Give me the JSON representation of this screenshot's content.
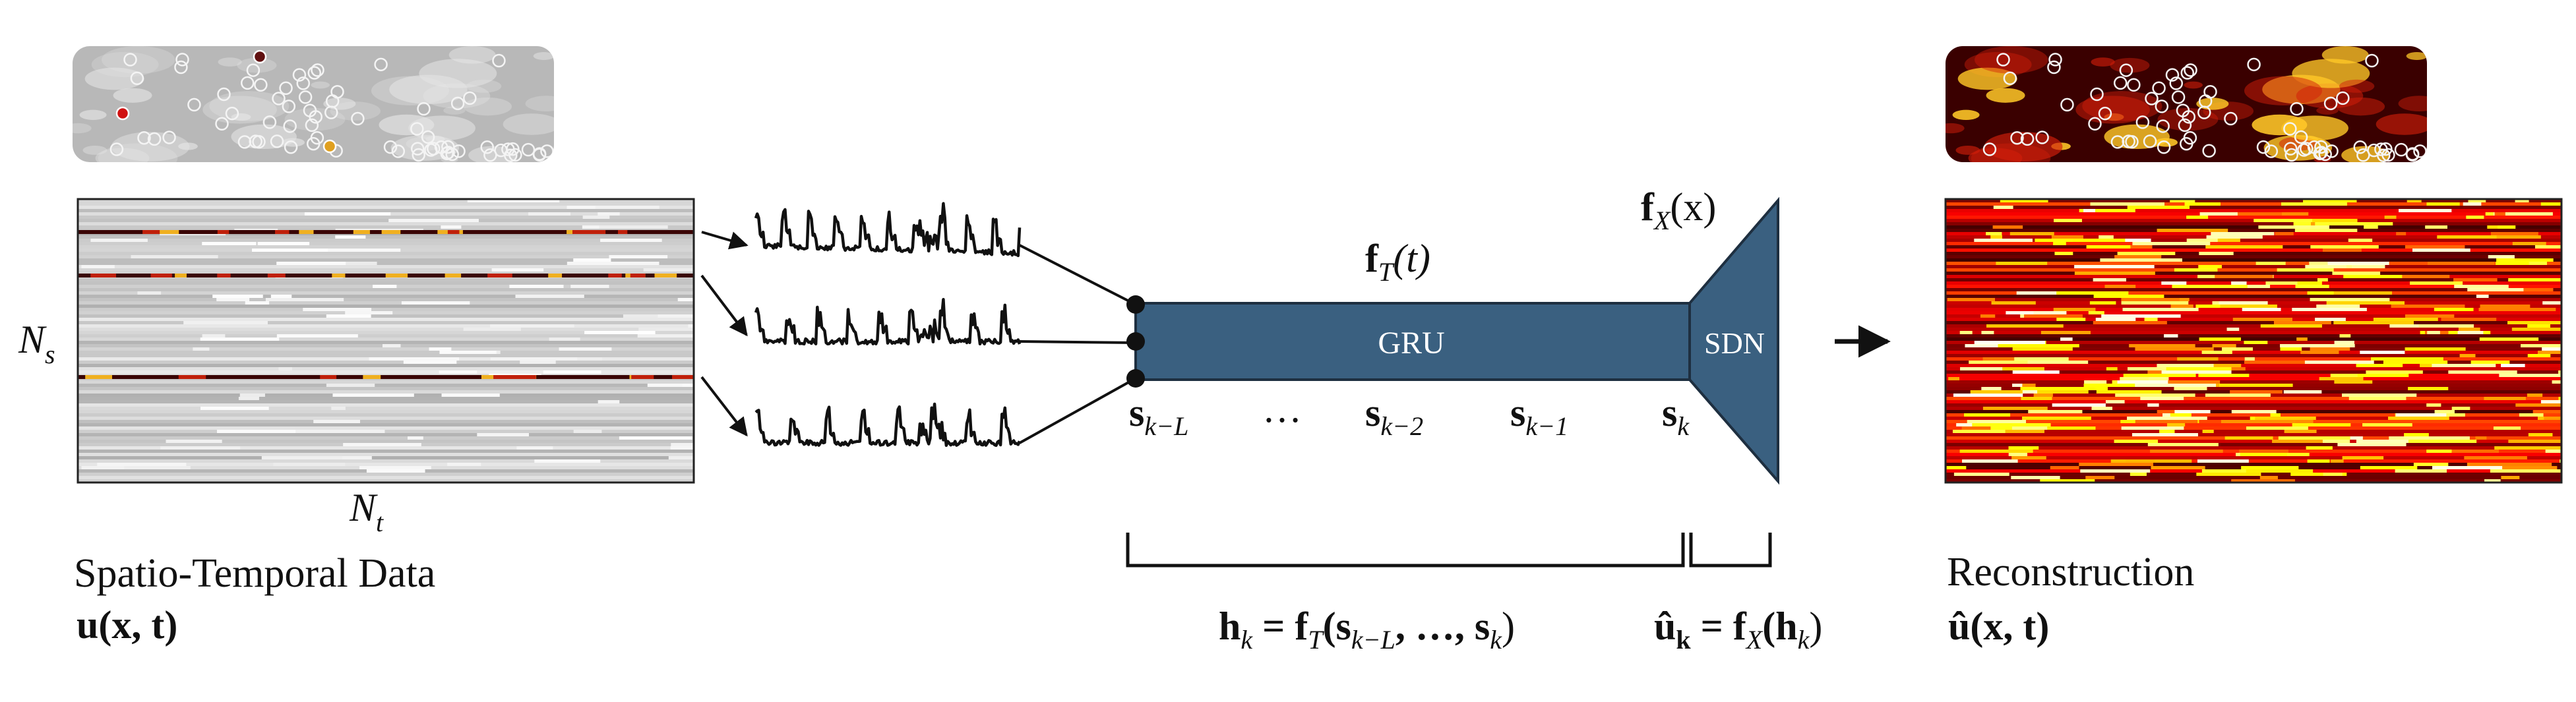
{
  "figure": {
    "left": {
      "caption": "Spatio-Temporal Data",
      "formula": "u(x, t)",
      "ns_label": "N",
      "ns_sub": "s",
      "nt_label": "N",
      "nt_sub": "t"
    },
    "network": {
      "gru_label": "GRU",
      "sdn_label": "SDN",
      "ft_label": "f",
      "ft_sub": "T",
      "ft_arg": "(t)",
      "fx_label": "f",
      "fx_sub": "X",
      "fx_arg": "(x)",
      "states": [
        {
          "base": "s",
          "sub": "k−L"
        },
        {
          "base": "…",
          "sub": ""
        },
        {
          "base": "s",
          "sub": "k−2"
        },
        {
          "base": "s",
          "sub": "k−1"
        },
        {
          "base": "s",
          "sub": "k"
        }
      ],
      "eq_hidden": "h",
      "eq_hidden_sub": "k",
      "eq_hidden_rhs": " = f",
      "eq_hidden_rhs_sub": "T",
      "eq_hidden_args": "(s",
      "eq_hidden_args_sub1": "k−L",
      "eq_hidden_args_mid": ", …, s",
      "eq_hidden_args_sub2": "k",
      "eq_hidden_args_end": ")",
      "eq_out": "û",
      "eq_out_sub": "k",
      "eq_out_rhs": " = f",
      "eq_out_rhs_sub": "X",
      "eq_out_args": "(h",
      "eq_out_args_sub": "k",
      "eq_out_args_end": ")"
    },
    "right": {
      "caption": "Reconstruction",
      "formula": "û(x, t)"
    },
    "colors": {
      "network_fill": "#3a6080",
      "network_stroke": "#1e2f40",
      "heat_dark": "#2a0000",
      "heat_mid": "#c01a05",
      "heat_hot": "#ff9a1a",
      "heat_white": "#fff6cc",
      "gray_bg": "#b8b8b8"
    }
  }
}
